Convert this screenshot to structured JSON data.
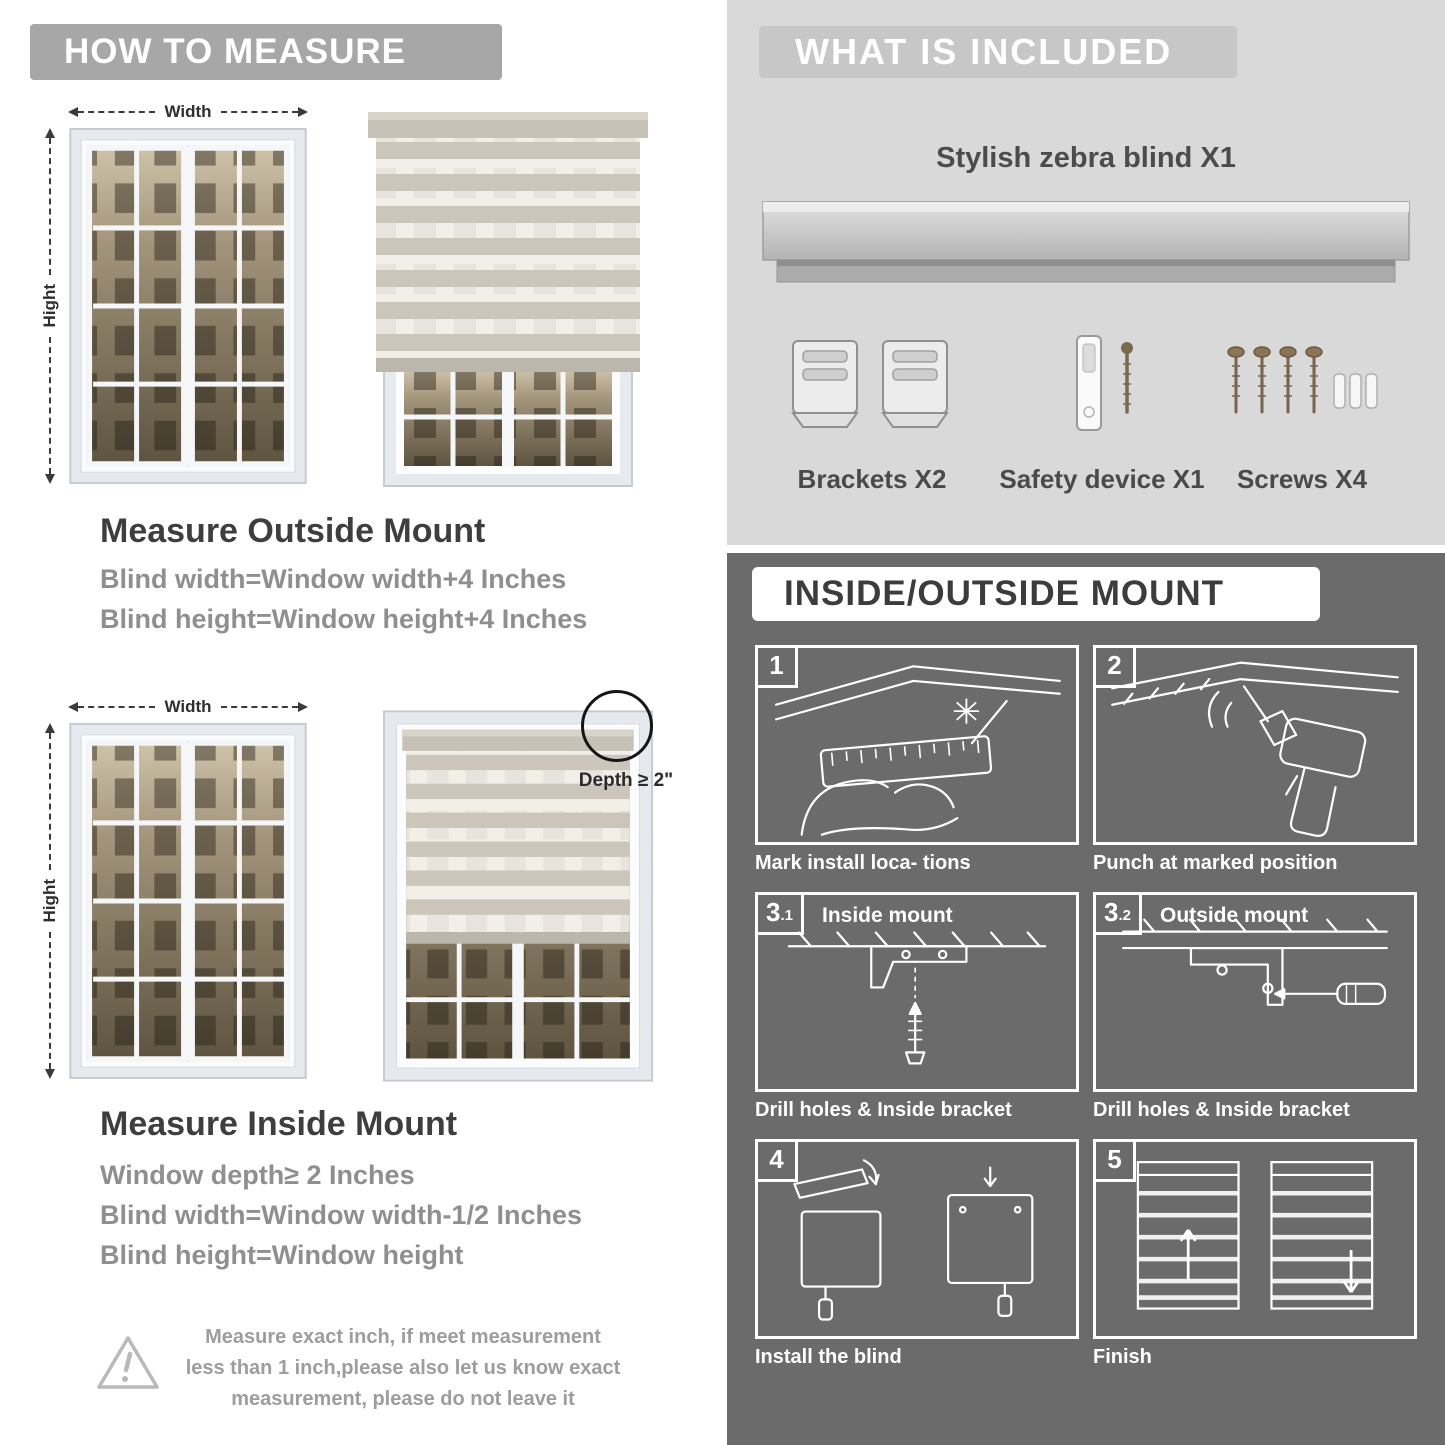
{
  "colors": {
    "left_banner": "#a7a7a7",
    "included_bg": "#d9d9d9",
    "included_banner": "#c7c7c7",
    "mount_bg": "#6b6b6b",
    "heading_text": "#3e3e3e",
    "formula_text": "#8f8f8f"
  },
  "left": {
    "header": "HOW TO MEASURE",
    "outside": {
      "width_label": "Width",
      "height_label": "Hight",
      "title": "Measure Outside Mount",
      "line1": "Blind width=Window width+4 Inches",
      "line2": "Blind height=Window height+4 Inches"
    },
    "inside": {
      "width_label": "Width",
      "height_label": "Hight",
      "depth_label": "Depth ≥ 2\"",
      "title": "Measure Inside Mount",
      "line1": "Window depth≥ 2 Inches",
      "line2": "Blind width=Window width-1/2 Inches",
      "line3": "Blind height=Window height"
    },
    "note": "Measure exact inch, if meet measurement less than 1 inch,please also let us know exact measurement, please do not leave it"
  },
  "included": {
    "header": "WHAT IS INCLUDED",
    "blind_label": "Stylish zebra blind X1",
    "labels": {
      "brackets": "Brackets X2",
      "safety": "Safety device X1",
      "screws": "Screws X4"
    }
  },
  "mount": {
    "header": "INSIDE/OUTSIDE MOUNT",
    "steps": [
      {
        "num": "1",
        "label": "Mark install loca- tions"
      },
      {
        "num": "2",
        "label": "Punch at  marked position"
      },
      {
        "num": "3",
        "sub": ".1",
        "title": "Inside mount",
        "label": "Drill holes &  Inside bracket"
      },
      {
        "num": "3",
        "sub": ".2",
        "title": "Outside mount",
        "label": "Drill holes &  Inside bracket"
      },
      {
        "num": "4",
        "label": "Install the blind"
      },
      {
        "num": "5",
        "label": "Finish"
      }
    ]
  }
}
